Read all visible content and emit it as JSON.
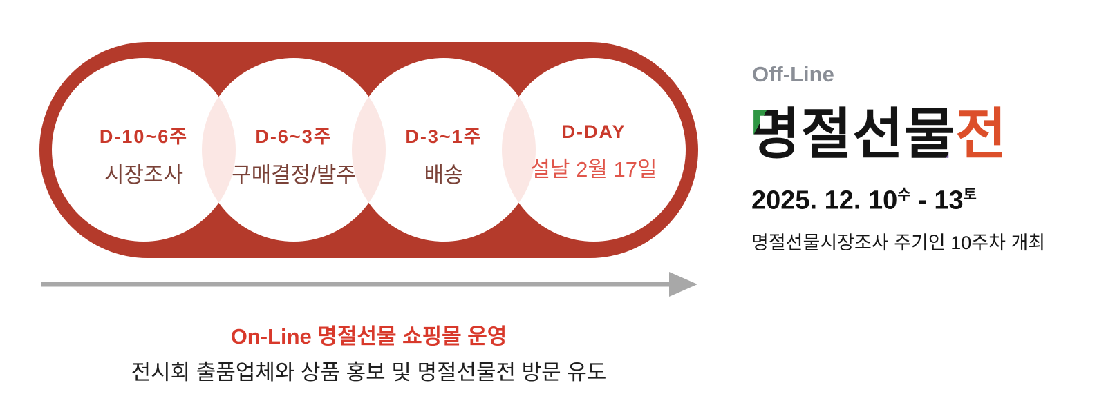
{
  "timeline": {
    "steps": [
      {
        "dday": "D-10~6주",
        "label": "시장조사"
      },
      {
        "dday": "D-6~3주",
        "label": "구매결정/발주"
      },
      {
        "dday": "D-3~1주",
        "label": "배송"
      },
      {
        "dday": "D-DAY",
        "label": "설날 2월 17일"
      }
    ],
    "colors": {
      "capsule": "#B43A2B",
      "circle": "#FFFFFF",
      "overlap": "#FBE7E4",
      "dday_text": "#C9392B",
      "label_text": "#7A4238",
      "final_label_text": "#E0564B",
      "arrow": "#A8A8A8"
    }
  },
  "online": {
    "title": "On-Line 명절선물 쇼핑몰 운영",
    "subtitle": "전시회 출품업체와 상품 홍보 및 명절선물전 방문 유도",
    "title_color": "#D8392B"
  },
  "offline": {
    "label": "Off-Line",
    "title": "명절선물전",
    "title_char_1": "명",
    "title_chars_2": "절선",
    "title_char_3": "물",
    "title_char_4": "전",
    "date_main": "2025. 12. 10",
    "date_weekday_1": "수",
    "date_mid": " - 13",
    "date_weekday_2": "토",
    "subtitle": "명절선물시장조사 주기인 10주차 개최"
  }
}
